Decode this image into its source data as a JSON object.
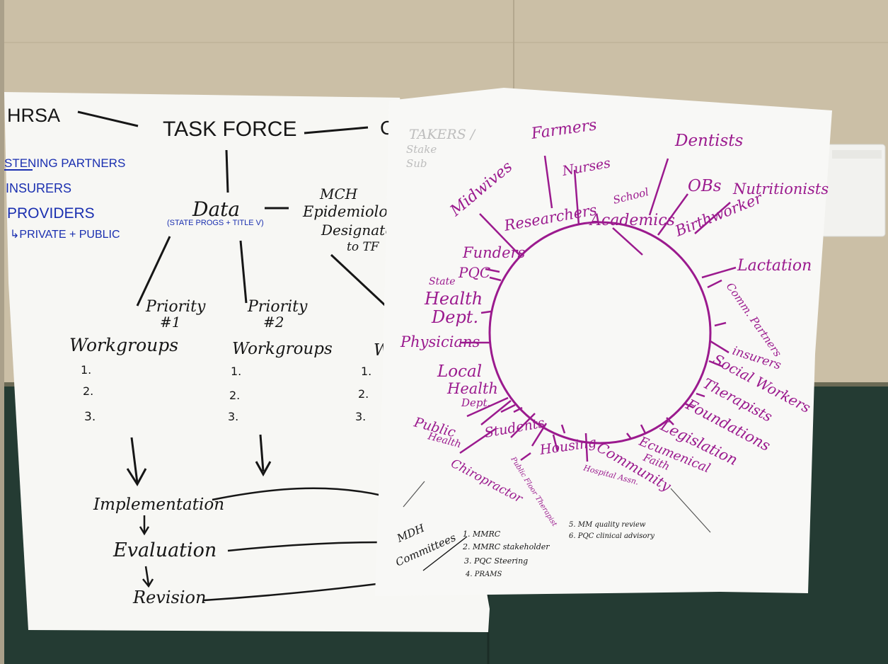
{
  "left_chart": {
    "hrsa": "HRSA",
    "task_force": "TASK FORCE",
    "cut_right": "C",
    "partners": {
      "title": "STENING PARTNERS",
      "items": [
        "INSURERS",
        "PROVIDERS",
        "↳PRIVATE + PUBLIC"
      ]
    },
    "data": "Data",
    "data_sub": "(STATE PROGS + TITLE V)",
    "mch": [
      "MCH",
      "Epidemiologis",
      "Designated",
      "to TF"
    ],
    "priority1": [
      "Priority",
      "#1"
    ],
    "priority2": [
      "Priority",
      "#2"
    ],
    "workgroups": [
      "Workgroups",
      "Workgroups",
      "W"
    ],
    "numbers": [
      "1.",
      "2.",
      "3."
    ],
    "implementation": "Implementation",
    "evaluation": "Evaluation",
    "revision": "Revision"
  },
  "right_chart": {
    "faint_text": [
      "TAKERS /",
      "Stake",
      "Sub"
    ],
    "stakeholders": [
      "Farmers",
      "Dentists",
      "Nurses",
      "OBs",
      "Nutritionists",
      "Midwives",
      "School",
      "Researchers",
      "Academics",
      "Birthworker",
      "Funders",
      "PQC",
      "Lactation",
      "State",
      "Health",
      "Dept.",
      "Comm. Partners",
      "Physicians",
      "insurers",
      "Social Workers",
      "Local",
      "Health",
      "Dept.",
      "Therapists",
      "Foundations",
      "Public",
      "Health",
      "Students",
      "Legislation",
      "Housing",
      "Ecumenical",
      "Faith",
      "Public Floor Therapist",
      "Community",
      "Hospital Assn.",
      "Chiropractor"
    ],
    "committees_title": [
      "MDH",
      "Committees"
    ],
    "committees": [
      "1. MMRC",
      "2. MMRC stakeholder",
      "3. PQC Steering",
      "4. PRAMS",
      "5. MM quality review",
      "6. PQC clinical advisory"
    ]
  },
  "colors": {
    "wall": "#cbbfa6",
    "panel": "#243b33",
    "paper": "#f7f7f4",
    "black_marker": "#161616",
    "blue_marker": "#1a2fb0",
    "magenta_marker": "#9b1a8e"
  }
}
